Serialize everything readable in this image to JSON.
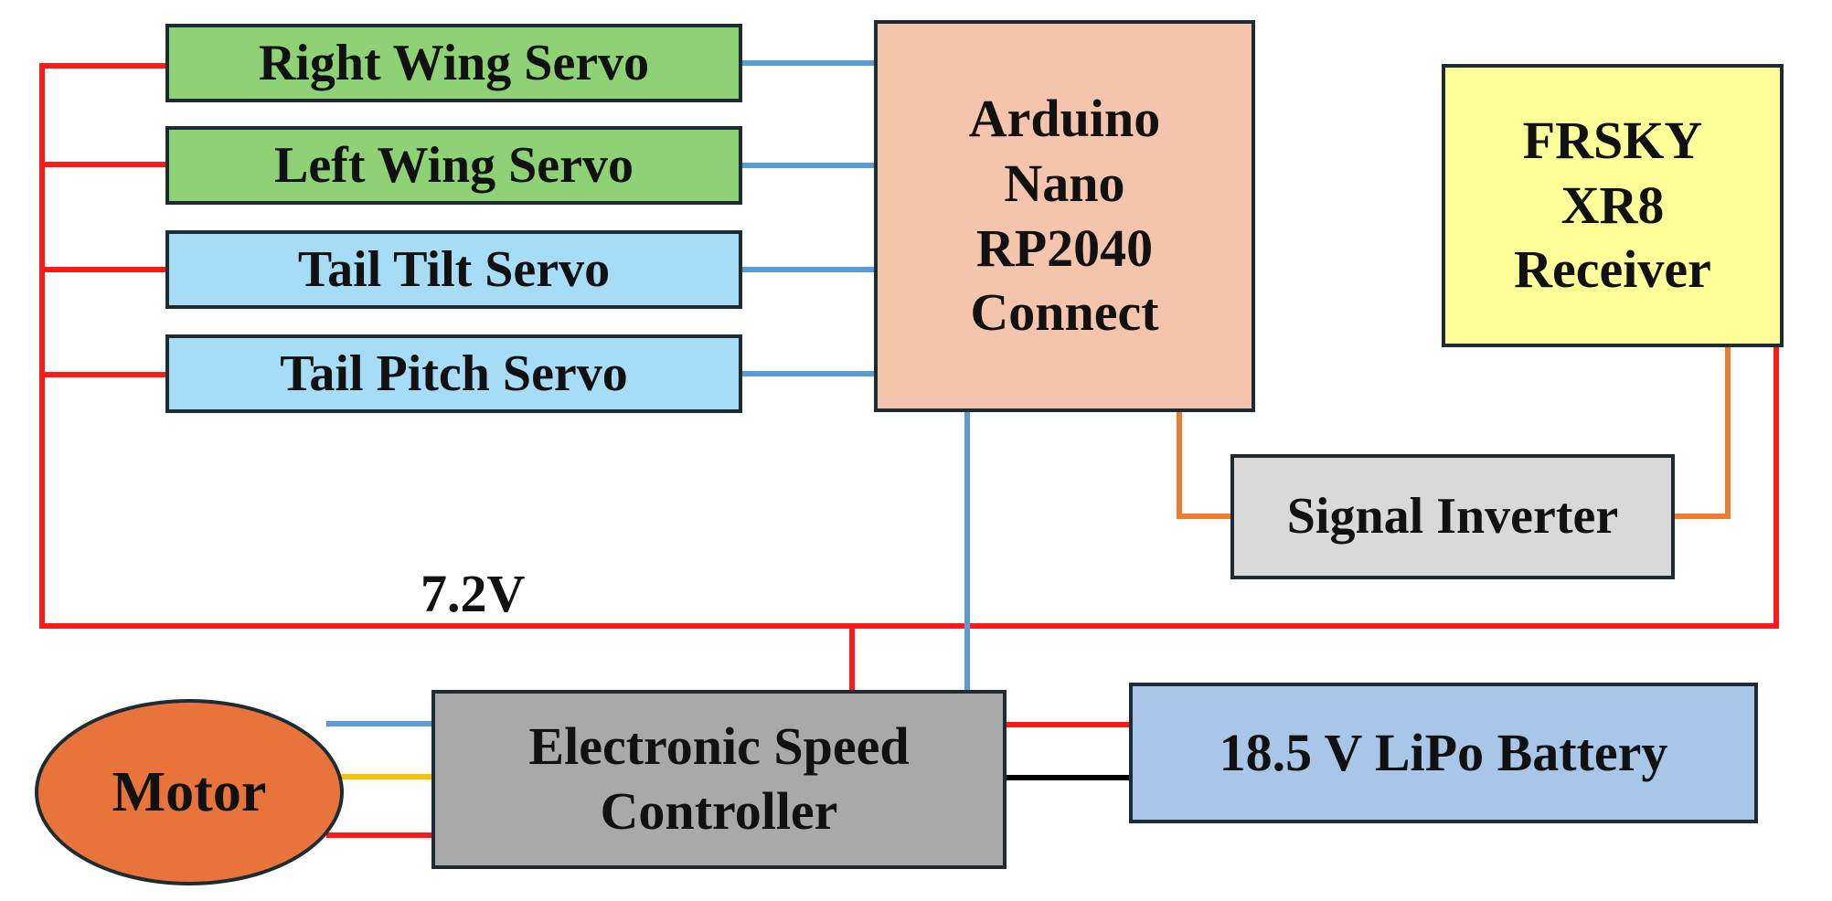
{
  "colors": {
    "servo_wing": "#8fd175",
    "servo_tail": "#a6dcf5",
    "arduino": "#f5c4ac",
    "receiver": "#ffff99",
    "inverter": "#d9d9d9",
    "esc": "#a9a9a9",
    "battery": "#a8c7e8",
    "motor": "#e8743b",
    "wire_power": "#ff1a1a",
    "wire_signal": "#5b9bd5",
    "wire_sbus": "#ed7d31",
    "wire_ground": "#000000",
    "wire_phase_yellow": "#ffc000"
  },
  "nodes": {
    "right_wing_servo": "Right Wing Servo",
    "left_wing_servo": "Left Wing Servo",
    "tail_tilt_servo": "Tail Tilt Servo",
    "tail_pitch_servo": "Tail Pitch Servo",
    "arduino": "Arduino\nNano\nRP2040\nConnect",
    "receiver": "FRSKY\nXR8\nReceiver",
    "signal_inverter": "Signal Inverter",
    "esc": "Electronic Speed\nController",
    "battery": "18.5 V LiPo Battery",
    "motor": "Motor"
  },
  "labels": {
    "voltage": "7.2V"
  }
}
